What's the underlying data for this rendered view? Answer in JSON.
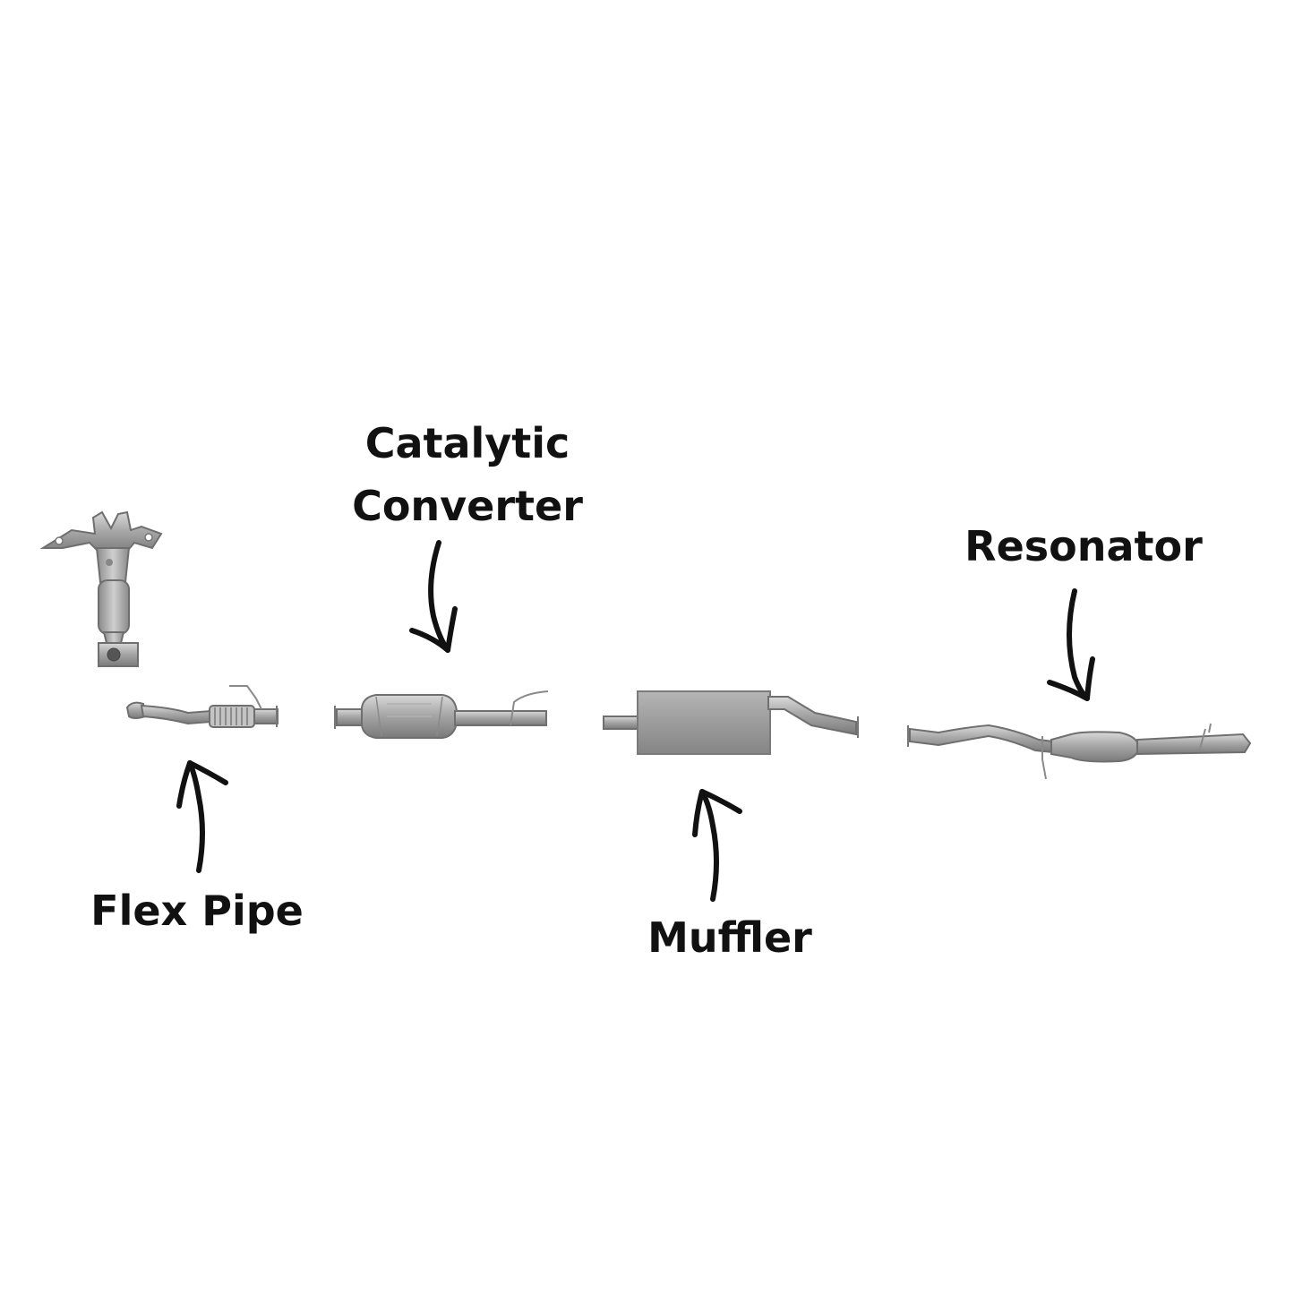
{
  "labels": {
    "catalytic_line1": "Catalytic",
    "catalytic_line2": "Converter",
    "resonator": "Resonator",
    "flex_pipe": "Flex Pipe",
    "muffler": "Muffler"
  },
  "colors": {
    "background": "#ffffff",
    "text": "#111111",
    "metal_light": "#bdbdbd",
    "metal_mid": "#9a9a9a",
    "metal_dark": "#6f6f6f",
    "arrow": "#111111"
  },
  "icons": {
    "manifold": "exhaust-manifold-icon",
    "flex_pipe": "flex-pipe-icon",
    "catalytic_converter": "catalytic-converter-icon",
    "muffler": "muffler-icon",
    "resonator": "resonator-icon",
    "arrow": "hand-drawn-arrow-icon"
  }
}
